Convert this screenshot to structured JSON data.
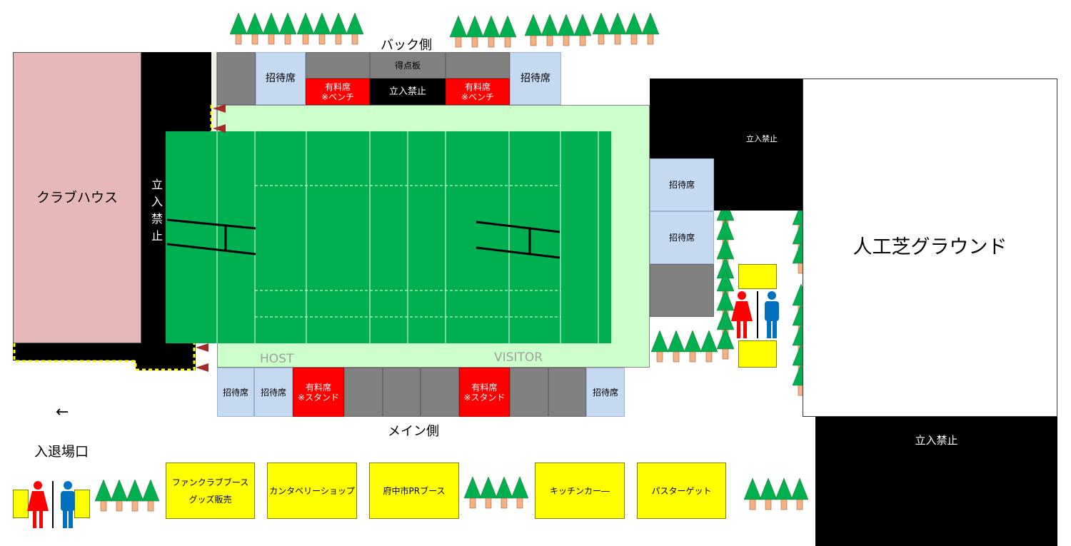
{
  "labels": {
    "back_side": "バック側",
    "main_side": "メイン側",
    "clubhouse": "クラブハウス",
    "artificial_ground": "人工芝グラウンド",
    "entrance_arrow": "←",
    "entrance": "入退場口",
    "host": "HOST",
    "visitor": "VISITOR",
    "no_entry": "立入禁止"
  },
  "back_stand": {
    "invite": "招待席",
    "scoreboard": "得点板",
    "paid_bench": "有料席\n※ベンチ",
    "no_entry": "立入禁止"
  },
  "main_stand": {
    "invite": "招待席",
    "paid_stand": "有料席\n※スタンド"
  },
  "right_stand": {
    "invite": "招待席"
  },
  "booths": [
    "ファンクラブブース\nグッズ販売",
    "カンタベリーショップ",
    "府中市PRブース",
    "キッチンカー―",
    "パスターゲット"
  ],
  "colors": {
    "field": "#00b050",
    "field_surround": "#ccffcc",
    "clubhouse": "#e6b8b7",
    "invite_seat": "#c5d9f1",
    "paid_seat": "#ff0000",
    "stand": "#808080",
    "booth": "#ffff00",
    "no_entry": "#000000",
    "tree": "#00b050",
    "toilet_female": "#ff0000",
    "toilet_male": "#0070c0"
  },
  "icons": [
    "tree-icon",
    "toilet-female-icon",
    "toilet-male-icon",
    "flag-icon",
    "goal-post-icon"
  ]
}
